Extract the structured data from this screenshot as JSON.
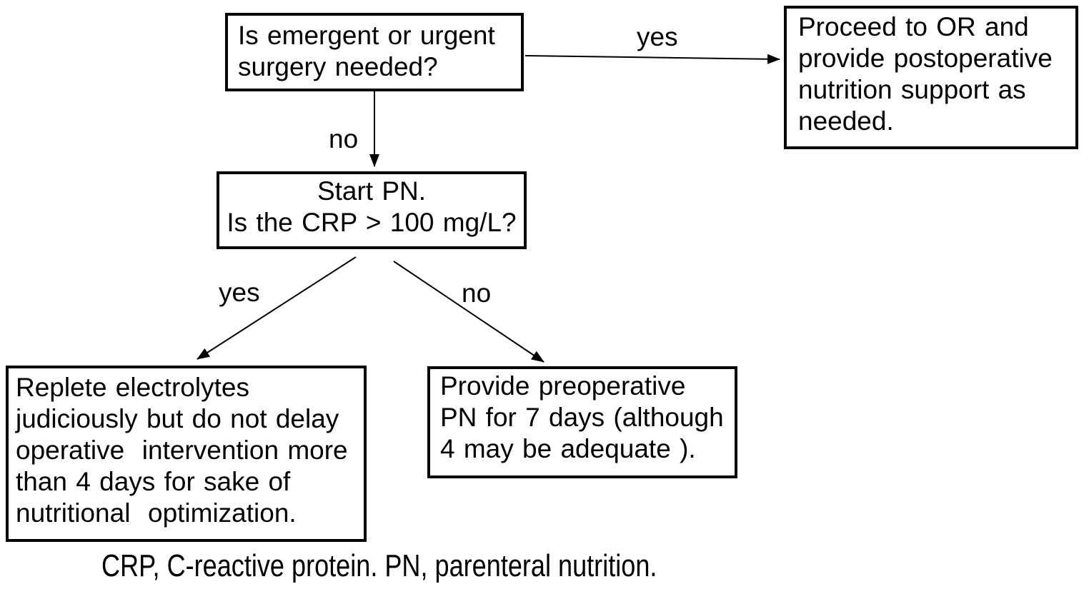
{
  "colors": {
    "background": "#ffffff",
    "box_border": "#000000",
    "text": "#000000",
    "arrow": "#000000"
  },
  "flowchart": {
    "nodes": {
      "urgent_surgery_question": {
        "lines": [
          "Is emergent or urgent",
          "surgery needed?"
        ]
      },
      "proceed_or": {
        "lines": [
          "Proceed to OR and",
          "provide postoperative",
          "nutrition support as",
          "needed."
        ]
      },
      "start_pn_question": {
        "lines": [
          "Start PN.",
          "Is the CRP > 100 mg/L?"
        ]
      },
      "replete_electrolytes": {
        "lines": [
          "Replete electrolytes",
          "judiciously but do not delay",
          "operative  intervention more",
          "than 4 days for sake of",
          "nutritional  optimization."
        ]
      },
      "preoperative_pn": {
        "lines": [
          "Provide preoperative",
          "PN for 7 days (although",
          "4 may be adequate )."
        ]
      }
    },
    "edge_labels": {
      "surgery_yes": "yes",
      "surgery_no": "no",
      "crp_yes": "yes",
      "crp_no": "no"
    },
    "footnote": "CRP, C-reactive protein. PN, parenteral nutrition."
  }
}
